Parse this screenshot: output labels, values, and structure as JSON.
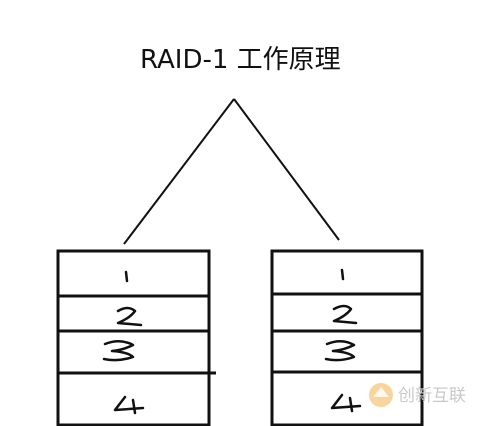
{
  "title": "RAID-1 工作原理",
  "left_disk": {
    "blocks": [
      "1",
      "2",
      "3",
      "4"
    ]
  },
  "right_disk": {
    "blocks": [
      "1",
      "2",
      "3",
      "4"
    ]
  },
  "watermark": {
    "text": "创新互联"
  }
}
